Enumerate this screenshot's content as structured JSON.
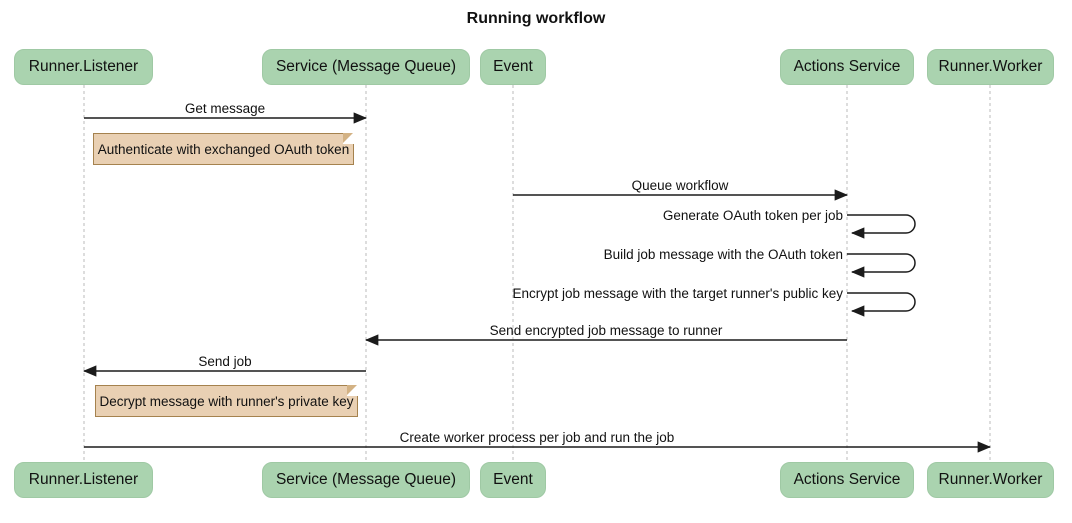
{
  "title": "Running workflow",
  "participants": [
    {
      "name": "Runner.Listener"
    },
    {
      "name": "Service (Message Queue)"
    },
    {
      "name": "Event"
    },
    {
      "name": "Actions Service"
    },
    {
      "name": "Runner.Worker"
    }
  ],
  "messages": [
    {
      "label": "Get message",
      "from": "Runner.Listener",
      "to": "Service (Message Queue)",
      "type": "solid-arrow"
    },
    {
      "label": "Queue workflow",
      "from": "Event",
      "to": "Actions Service",
      "type": "solid-arrow"
    },
    {
      "label": "Generate OAuth token per job",
      "from": "Actions Service",
      "to": "Actions Service",
      "type": "self-loop"
    },
    {
      "label": "Build job message with the OAuth token",
      "from": "Actions Service",
      "to": "Actions Service",
      "type": "self-loop"
    },
    {
      "label": "Encrypt job message with the target runner's public key",
      "from": "Actions Service",
      "to": "Actions Service",
      "type": "self-loop"
    },
    {
      "label": "Send encrypted job message to runner",
      "from": "Actions Service",
      "to": "Service (Message Queue)",
      "type": "solid-arrow"
    },
    {
      "label": "Send job",
      "from": "Service (Message Queue)",
      "to": "Runner.Listener",
      "type": "solid-arrow"
    },
    {
      "label": "Create worker process per job and run the job",
      "from": "Runner.Listener",
      "to": "Runner.Worker",
      "type": "solid-arrow"
    }
  ],
  "notes": [
    {
      "text": "Authenticate with exchanged OAuth token",
      "position": "right of Runner.Listener"
    },
    {
      "text": "Decrypt message with runner's private key",
      "position": "right of Runner.Listener"
    }
  ],
  "colors": {
    "actor_fill": "#aad3af",
    "note_fill": "#e9d0b3",
    "note_border": "#a5824e",
    "lifeline": "#bbbbbb",
    "arrow": "#1b1b1b",
    "background": "#ffffff"
  }
}
